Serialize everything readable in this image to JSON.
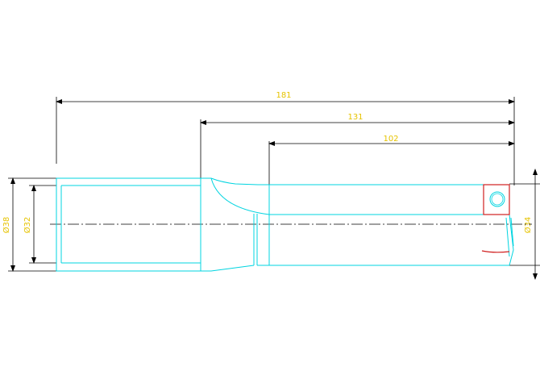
{
  "dimensions": {
    "overall_length": "181",
    "mid_length": "131",
    "short_length": "102",
    "shank_dia_outer": "Ø38",
    "shank_dia_inner": "Ø32",
    "cut_dia": "Ø34"
  },
  "colors": {
    "outline": "#00d4e0",
    "dim_line": "#000000",
    "dim_text": "#e6c300",
    "insert": "#d02020",
    "centerline": "#000000"
  }
}
